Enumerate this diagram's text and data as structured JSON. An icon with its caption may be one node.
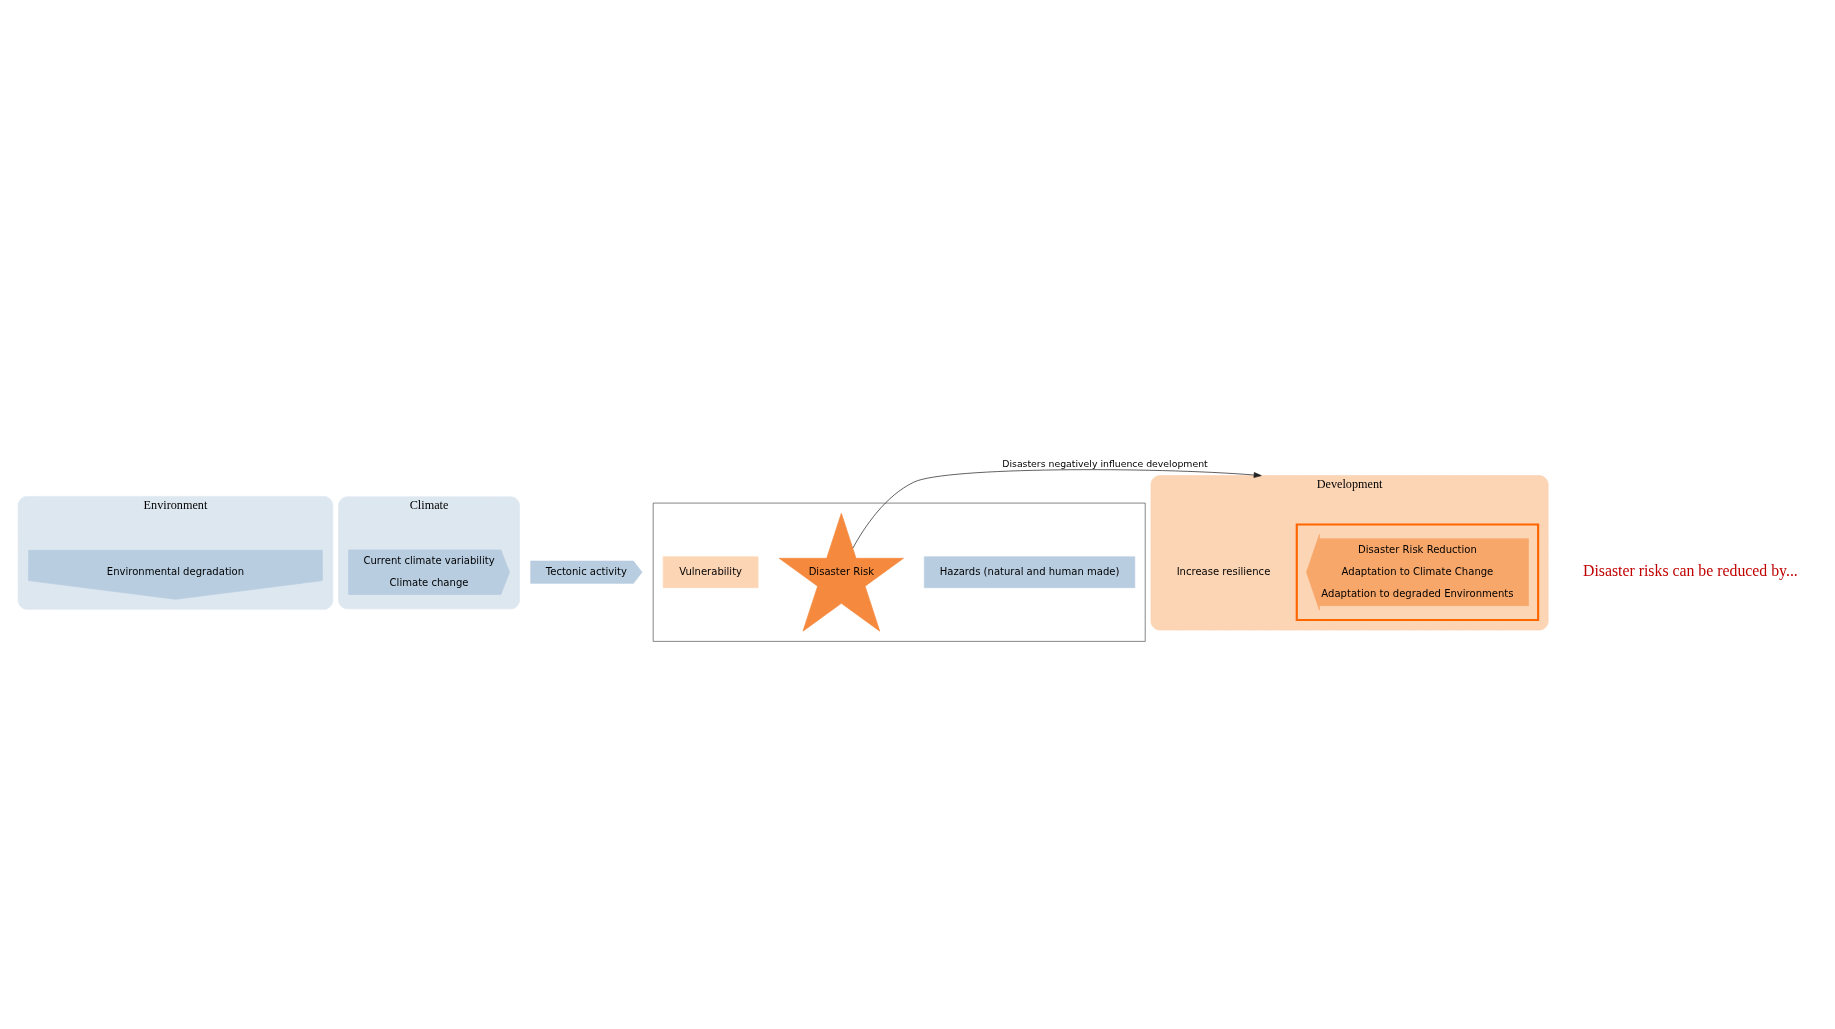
{
  "diagram": {
    "nodes": [
      {
        "text": [
          "Environment"
        ]
      },
      {
        "text": [
          "Environmental degradation"
        ],
        "in": 0
      },
      {
        "text": [
          "Climate"
        ]
      },
      {
        "text": [
          "Current climate variability",
          "Climate change"
        ],
        "in": 2
      },
      {
        "text": [
          "Tectonic activity"
        ]
      },
      {
        "text": [],
        "shape": "box"
      },
      {
        "text": [
          "Hazards (natural and human made)"
        ],
        "in": 5
      },
      {
        "text": [
          "Disaster Risk"
        ],
        "in": 5
      },
      {
        "text": [
          "Vulnerability"
        ],
        "in": 5
      },
      {
        "text": [
          "Development"
        ]
      },
      {
        "text": [],
        "shape": "box",
        "in": 9
      },
      {
        "text": [
          "Disaster Risk Reduction",
          "Adaptation to Climate Change",
          "Adaptation to degraded Environments"
        ],
        "in": 10
      },
      {
        "text": [
          "Increase resilience"
        ],
        "in": 9
      }
    ],
    "edges": [
      {
        "from": 7,
        "to": 9,
        "arrow": "to",
        "label": "Disasters negatively influence development"
      }
    ],
    "labels": [
      "Disaster risks can be reduced by..."
    ]
  }
}
